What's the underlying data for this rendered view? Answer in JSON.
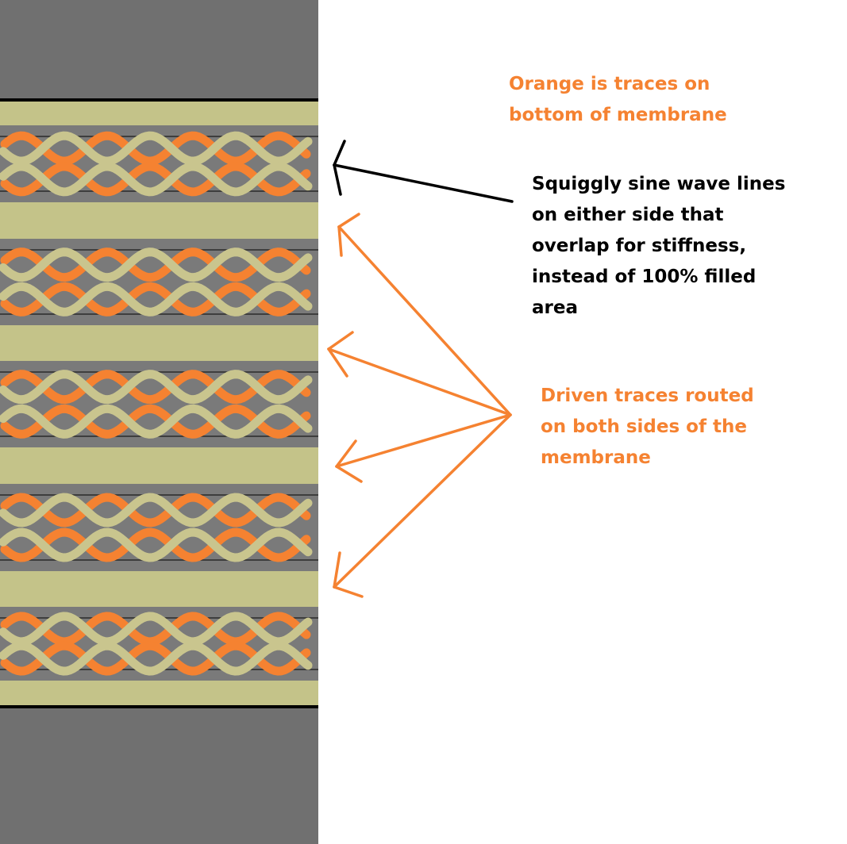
{
  "annotations": {
    "orange_traces": "Orange is traces on\nbottom of membrane",
    "sine_lines": "Squiggly sine wave lines\non either side that\noverlap for stiffness,\ninstead of 100% filled\narea",
    "driven_traces": "Driven traces routed\non both sides of the\nmembrane"
  },
  "colors": {
    "background": "#ffffff",
    "frame": "#707070",
    "bar": "#c4c389",
    "channel": "#7a7a7a",
    "orange_trace": "#f58231",
    "tan_trace": "#c9c58e",
    "pointer_black": "#000000",
    "pointer_orange": "#f58231"
  },
  "membrane": {
    "bar_count": 6,
    "channel_count": 5
  }
}
